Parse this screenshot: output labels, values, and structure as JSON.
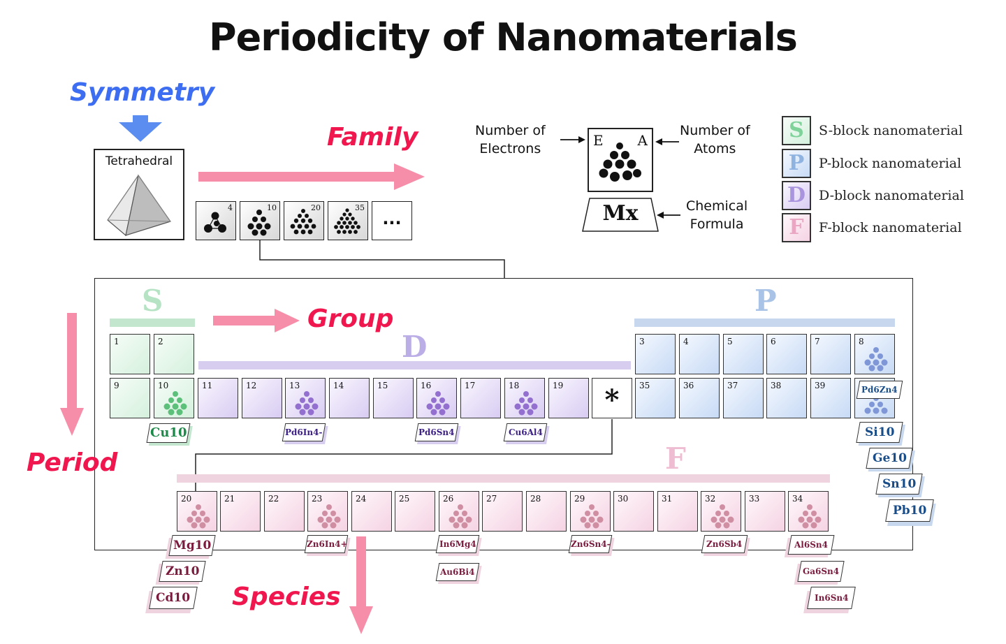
{
  "title": "Periodicity of Nanomaterials",
  "labels": {
    "symmetry": "Symmetry",
    "family": "Family",
    "group": "Group",
    "period": "Period",
    "species": "Species",
    "tetrahedral": "Tetrahedral",
    "ellipsis": "..."
  },
  "family_counts": [
    "4",
    "10",
    "20",
    "35"
  ],
  "key": {
    "electrons_line1": "Number of",
    "electrons_line2": "Electrons",
    "atoms_line1": "Number of",
    "atoms_line2": "Atoms",
    "formula_line1": "Chemical",
    "formula_line2": "Formula",
    "e": "E",
    "a": "A",
    "mx": "Mx"
  },
  "legend": [
    {
      "letter": "S",
      "text": "S-block nanomaterial",
      "color": "#7fd29a"
    },
    {
      "letter": "P",
      "text": "P-block nanomaterial",
      "color": "#8fb3e0"
    },
    {
      "letter": "D",
      "text": "D-block nanomaterial",
      "color": "#a994de"
    },
    {
      "letter": "F",
      "text": "F-block nanomaterial",
      "color": "#e9a7c3"
    }
  ],
  "block_letters": {
    "s": "S",
    "p": "P",
    "d": "D",
    "f": "F"
  },
  "table": {
    "row1_s": [
      "1",
      "2"
    ],
    "row1_p": [
      "3",
      "4",
      "5",
      "6",
      "7",
      "8"
    ],
    "row2": [
      "9",
      "10",
      "11",
      "12",
      "13",
      "14",
      "15",
      "16",
      "17",
      "18",
      "19"
    ],
    "row2_p": [
      "35",
      "36",
      "37",
      "38",
      "39"
    ],
    "star": "*",
    "f_row": [
      "20",
      "21",
      "22",
      "23",
      "24",
      "25",
      "26",
      "27",
      "28",
      "29",
      "30",
      "31",
      "32",
      "33",
      "34"
    ]
  },
  "species": {
    "cu10": "Cu10",
    "pd6in4": "Pd6In4-",
    "pd6sn4": "Pd6Sn4",
    "cu6al4": "Cu6Al4",
    "pd6zn4": "Pd6Zn4",
    "si10": "Si10",
    "ge10": "Ge10",
    "sn10": "Sn10",
    "pb10": "Pb10",
    "mg10": "Mg10",
    "zn10": "Zn10",
    "cd10": "Cd10",
    "zn6in4": "Zn6In4+",
    "in6mg4": "In6Mg4",
    "au6bi4": "Au6Bi4",
    "zn6sn4": "Zn6Sn4-",
    "zn6sb4": "Zn6Sb4",
    "al6sn4": "Al6Sn4",
    "ga6sn4": "Ga6Sn4",
    "in6sn4": "In6Sn4"
  },
  "colors": {
    "symmetry": "#3d6df0",
    "accent_red": "#f0174f",
    "arrow_pink": "#f78ea9",
    "s_block": "#7fd29a",
    "p_block": "#8fb3e0",
    "d_block": "#a994de",
    "f_block": "#e9a7c3"
  }
}
